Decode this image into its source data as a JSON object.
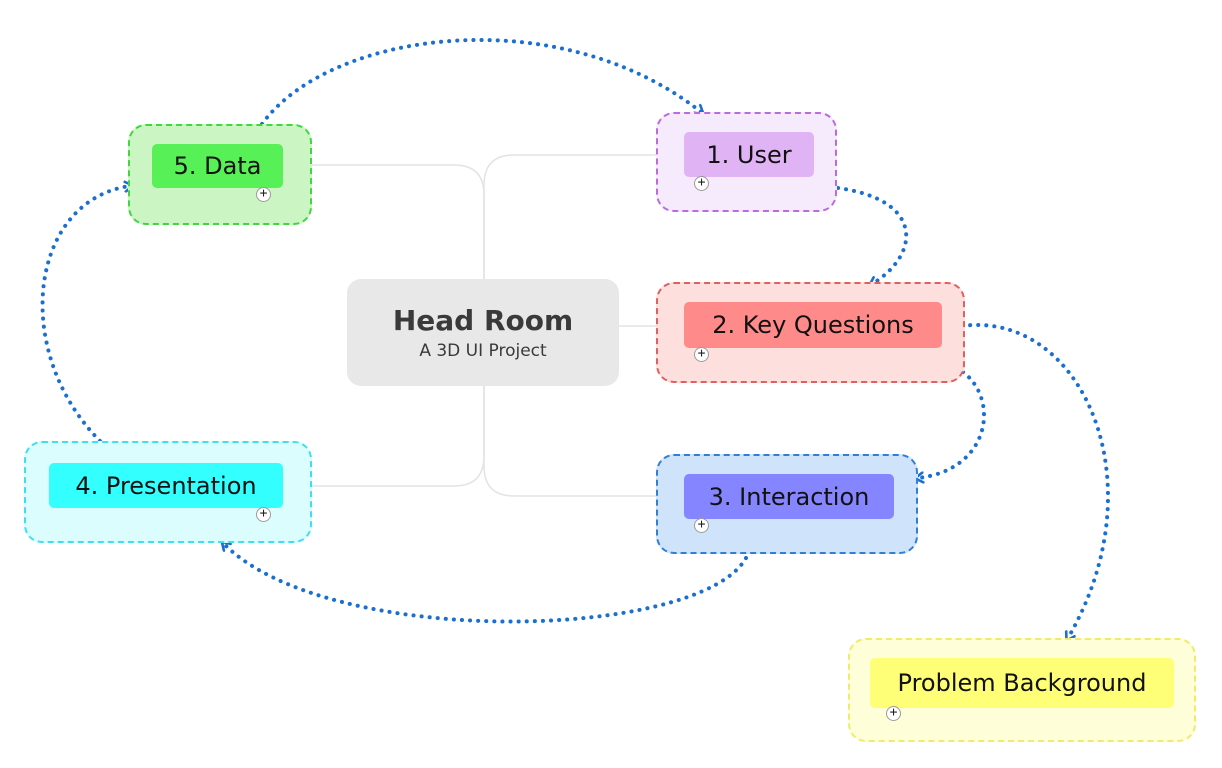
{
  "central": {
    "title": "Head Room",
    "subtitle": "A 3D UI Project"
  },
  "topics": {
    "user": {
      "label": "1. User",
      "fill": "#e0b3f5",
      "boundary_fill": "#f6ebfd",
      "boundary_stroke": "#b96be0"
    },
    "key_questions": {
      "label": "2. Key Questions",
      "fill": "#ff8a8a",
      "boundary_fill": "#fde0de",
      "boundary_stroke": "#e06060"
    },
    "interaction": {
      "label": "3. Interaction",
      "fill": "#8585ff",
      "boundary_fill": "#cfe3fa",
      "boundary_stroke": "#2f7fd6"
    },
    "presentation": {
      "label": "4. Presentation",
      "fill": "#33ffff",
      "boundary_fill": "#dcfdfd",
      "boundary_stroke": "#3ee0ef"
    },
    "data": {
      "label": "5. Data",
      "fill": "#57f057",
      "boundary_fill": "#cbf6c4",
      "boundary_stroke": "#3fd63f"
    },
    "problem_background": {
      "label": "Problem Background",
      "fill": "#ffff77",
      "boundary_fill": "#fefed8",
      "boundary_stroke": "#efec6a"
    }
  },
  "expand_symbol": "+",
  "colors": {
    "relationship_arrow": "#1a6fcf",
    "branch_line": "#e3e3e3"
  }
}
